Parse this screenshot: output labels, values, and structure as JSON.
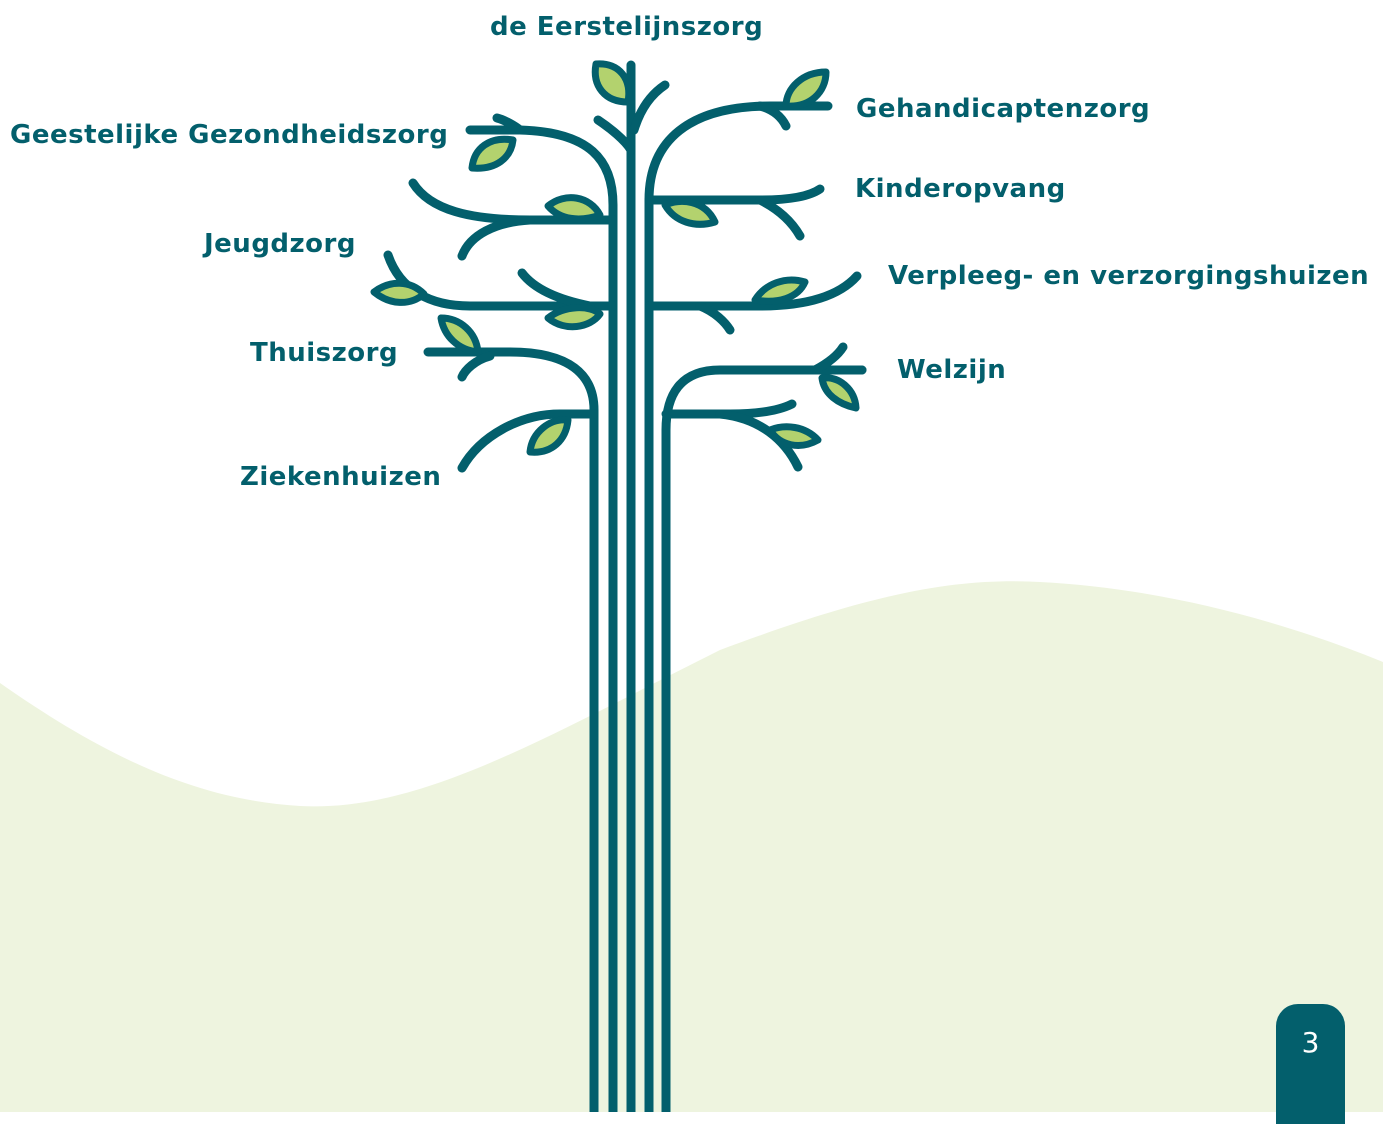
{
  "colors": {
    "branch": "#035f6c",
    "leaf_fill": "#b3d26e",
    "hill": "#eef4df",
    "label": "#035f6c",
    "page_badge": "#035f6c"
  },
  "diagram": {
    "top_label": "de Eerstelijnszorg",
    "left_labels": [
      "Geestelijke Gezondheidszorg",
      "Jeugdzorg",
      "Thuiszorg",
      "Ziekenhuizen"
    ],
    "right_labels": [
      "Gehandicaptenzorg",
      "Kinderopvang",
      "Verpleeg- en verzorgingshuizen",
      "Welzijn"
    ]
  },
  "page_number": "3"
}
